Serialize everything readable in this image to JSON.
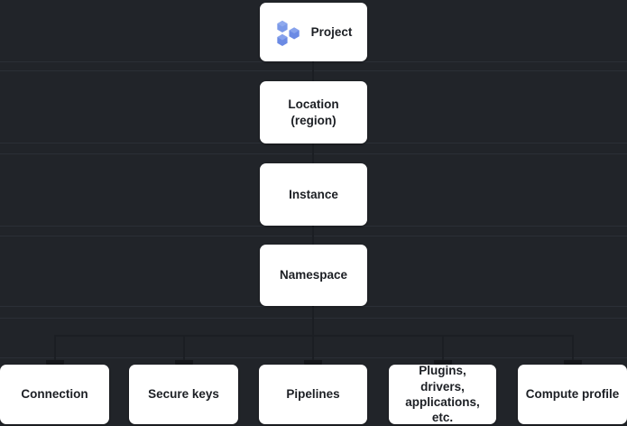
{
  "diagram": {
    "type": "hierarchy-tree",
    "title": "",
    "background_color": "#212429",
    "node_fill_color": "#ffffff",
    "node_text_color": "#1c1f24",
    "accent_color": "#6b8ae4",
    "spine_nodes": [
      {
        "id": "project",
        "label": "Project",
        "icon": "project-hexagons-icon",
        "has_icon": true
      },
      {
        "id": "location",
        "label": "Location\n(region)",
        "icon": "",
        "has_icon": false
      },
      {
        "id": "instance",
        "label": "Instance",
        "icon": "",
        "has_icon": false
      },
      {
        "id": "namespace",
        "label": "Namespace",
        "icon": "",
        "has_icon": false
      }
    ],
    "leaf_nodes": [
      {
        "id": "connection",
        "label": "Connection"
      },
      {
        "id": "secure-keys",
        "label": "Secure keys"
      },
      {
        "id": "pipelines",
        "label": "Pipelines"
      },
      {
        "id": "plugins",
        "label": "Plugins, drivers,\napplications, etc."
      },
      {
        "id": "compute",
        "label": "Compute profile"
      }
    ]
  }
}
